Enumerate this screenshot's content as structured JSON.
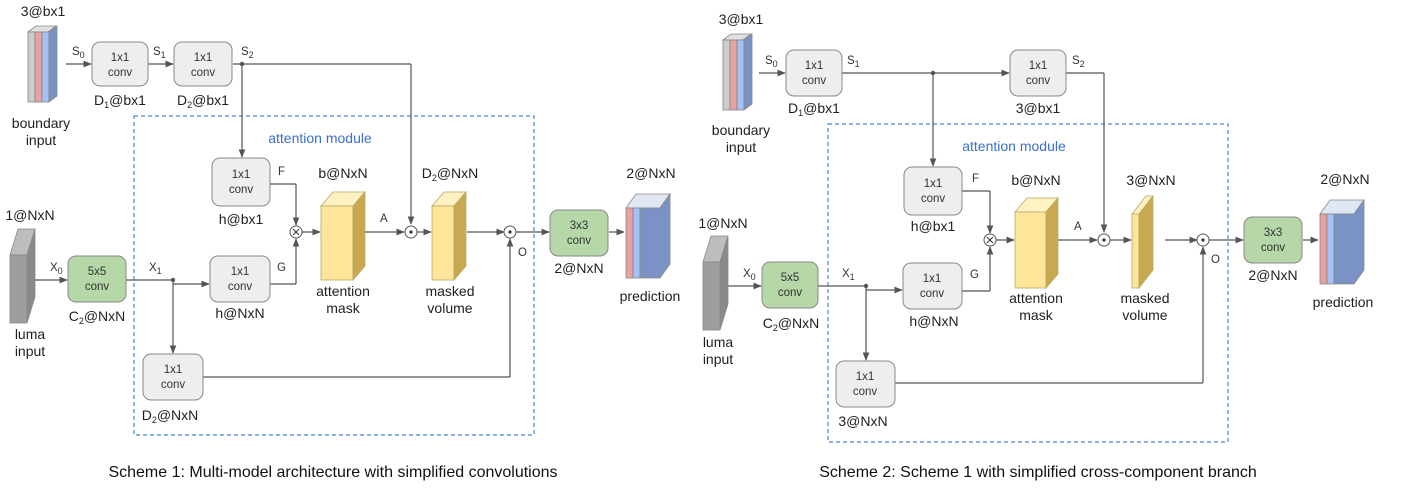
{
  "captions": {
    "scheme1": "Scheme 1: Multi-model architecture with simplified convolutions",
    "scheme2": "Scheme 2: Scheme 1 with simplified cross-component branch"
  },
  "colors": {
    "gray_box": "#eeeeee",
    "green_box": "#b6d7a8",
    "yellow_volume": "#ffe599",
    "attention_border": "#4a86d6",
    "red_channel": "#e6a1a1",
    "blue_channel": "#a4c2f4",
    "dark_blue_channel": "#7b93c4",
    "gray_channel": "#cccccc"
  },
  "scheme1": {
    "boundary_input": {
      "dims": "3@bx1",
      "label_line1": "boundary",
      "label_line2": "input"
    },
    "luma_input": {
      "dims": "1@NxN",
      "label_line1": "luma",
      "label_line2": "input"
    },
    "conv_s1": {
      "line1": "1x1",
      "line2": "conv",
      "dim_pre": "D",
      "dim_sub": "1",
      "dim_post": "@bx1"
    },
    "conv_s2": {
      "line1": "1x1",
      "line2": "conv",
      "dim_pre": "D",
      "dim_sub": "2",
      "dim_post": "@bx1"
    },
    "conv_f": {
      "line1": "1x1",
      "line2": "conv",
      "dims": "h@bx1"
    },
    "conv_g": {
      "line1": "1x1",
      "line2": "conv",
      "dims": "h@NxN"
    },
    "conv_x1": {
      "line1": "5x5",
      "line2": "conv",
      "dim_pre": "C",
      "dim_sub": "2",
      "dim_post": "@NxN"
    },
    "conv_skip": {
      "line1": "1x1",
      "line2": "conv",
      "dim_pre": "D",
      "dim_sub": "2",
      "dim_post": "@NxN"
    },
    "conv_out": {
      "line1": "3x3",
      "line2": "conv",
      "dims": "2@NxN"
    },
    "attention_title": "attention module",
    "attention_mask": {
      "dims": "b@NxN",
      "line1": "attention",
      "line2": "mask"
    },
    "masked_volume": {
      "dim_pre": "D",
      "dim_sub": "2",
      "dim_post": "@NxN",
      "line1": "masked",
      "line2": "volume"
    },
    "prediction": {
      "dims": "2@NxN",
      "label": "prediction"
    },
    "signals": {
      "s0": "S",
      "s0_sub": "0",
      "s1": "S",
      "s1_sub": "1",
      "s2": "S",
      "s2_sub": "2",
      "x0": "X",
      "x0_sub": "0",
      "x1": "X",
      "x1_sub": "1",
      "f": "F",
      "g": "G",
      "a": "A",
      "o": "O"
    }
  },
  "scheme2": {
    "boundary_input": {
      "dims": "3@bx1",
      "label_line1": "boundary",
      "label_line2": "input"
    },
    "luma_input": {
      "dims": "1@NxN",
      "label_line1": "luma",
      "label_line2": "input"
    },
    "conv_s1": {
      "line1": "1x1",
      "line2": "conv",
      "dim_pre": "D",
      "dim_sub": "1",
      "dim_post": "@bx1"
    },
    "conv_s2": {
      "line1": "1x1",
      "line2": "conv",
      "dims": "3@bx1"
    },
    "conv_f": {
      "line1": "1x1",
      "line2": "conv",
      "dims": "h@bx1"
    },
    "conv_g": {
      "line1": "1x1",
      "line2": "conv",
      "dims": "h@NxN"
    },
    "conv_x1": {
      "line1": "5x5",
      "line2": "conv",
      "dim_pre": "C",
      "dim_sub": "2",
      "dim_post": "@NxN"
    },
    "conv_skip": {
      "line1": "1x1",
      "line2": "conv",
      "dims": "3@NxN"
    },
    "conv_out": {
      "line1": "3x3",
      "line2": "conv",
      "dims": "2@NxN"
    },
    "attention_title": "attention module",
    "attention_mask": {
      "dims": "b@NxN",
      "line1": "attention",
      "line2": "mask"
    },
    "masked_volume": {
      "dims": "3@NxN",
      "line1": "masked",
      "line2": "volume"
    },
    "prediction": {
      "dims": "2@NxN",
      "label": "prediction"
    },
    "signals": {
      "s0": "S",
      "s0_sub": "0",
      "s1": "S",
      "s1_sub": "1",
      "s2": "S",
      "s2_sub": "2",
      "x0": "X",
      "x0_sub": "0",
      "x1": "X",
      "x1_sub": "1",
      "f": "F",
      "g": "G",
      "a": "A",
      "o": "O"
    }
  }
}
